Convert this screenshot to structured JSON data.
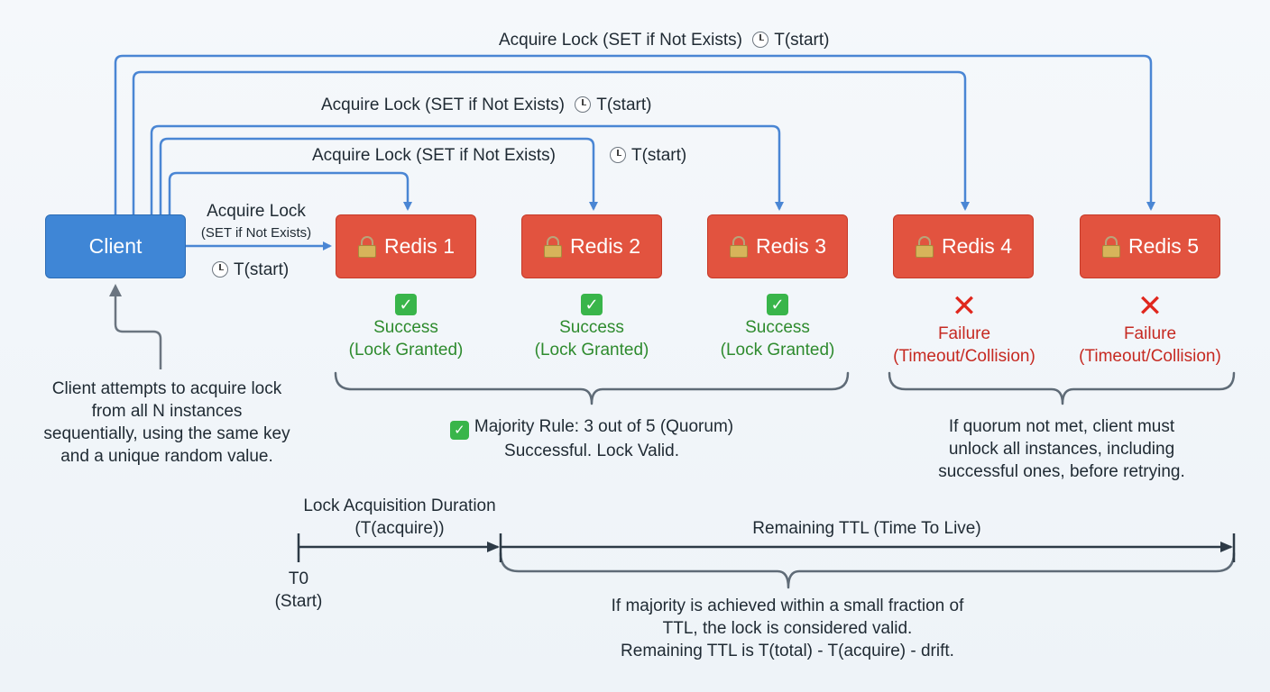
{
  "arrows": {
    "acquire_full_label": "Acquire Lock (SET if Not Exists)",
    "acquire_short_label": "Acquire Lock",
    "acquire_short_sub": "(SET if Not Exists)",
    "tstart_label": "T(start)"
  },
  "client": {
    "label": "Client"
  },
  "redis_nodes": [
    {
      "label": "Redis 1"
    },
    {
      "label": "Redis 2"
    },
    {
      "label": "Redis 3"
    },
    {
      "label": "Redis 4"
    },
    {
      "label": "Redis 5"
    }
  ],
  "results": [
    {
      "status": "Success",
      "detail": "(Lock Granted)",
      "outcome": "success"
    },
    {
      "status": "Success",
      "detail": "(Lock Granted)",
      "outcome": "success"
    },
    {
      "status": "Success",
      "detail": "(Lock Granted)",
      "outcome": "success"
    },
    {
      "status": "Failure",
      "detail": "(Timeout/Collision)",
      "outcome": "failure"
    },
    {
      "status": "Failure",
      "detail": "(Timeout/Collision)",
      "outcome": "failure"
    }
  ],
  "client_note": {
    "line1": "Client attempts to acquire lock",
    "line2": "from all N instances",
    "line3": "sequentially, using the same key",
    "line4": "and a unique random value."
  },
  "majority_note": {
    "line1": "Majority Rule: 3 out of 5 (Quorum)",
    "line2": "Successful. Lock Valid."
  },
  "quorum_note": {
    "line1": "If quorum not met, client must",
    "line2": "unlock all instances, including",
    "line3": "successful ones, before retrying."
  },
  "timeline": {
    "duration_line1": "Lock Acquisition Duration",
    "duration_line2": "(T(acquire))",
    "t0_line1": "T0",
    "t0_line2": "(Start)",
    "remaining_label": "Remaining TTL (Time To Live)"
  },
  "ttl_note": {
    "line1": "If majority is achieved within a small fraction of",
    "line2": "TTL, the lock is considered valid.",
    "line3": "Remaining TTL is T(total) - T(acquire) - drift."
  },
  "colors": {
    "client": "#3f86d6",
    "redis": "#e2533f",
    "arrow": "#4a86d4",
    "success": "#2e8b2e",
    "failure": "#c62a22"
  },
  "icons": {
    "clock": "clock-icon",
    "lock": "lock-icon",
    "success": "check-icon",
    "failure": "cross-icon"
  }
}
